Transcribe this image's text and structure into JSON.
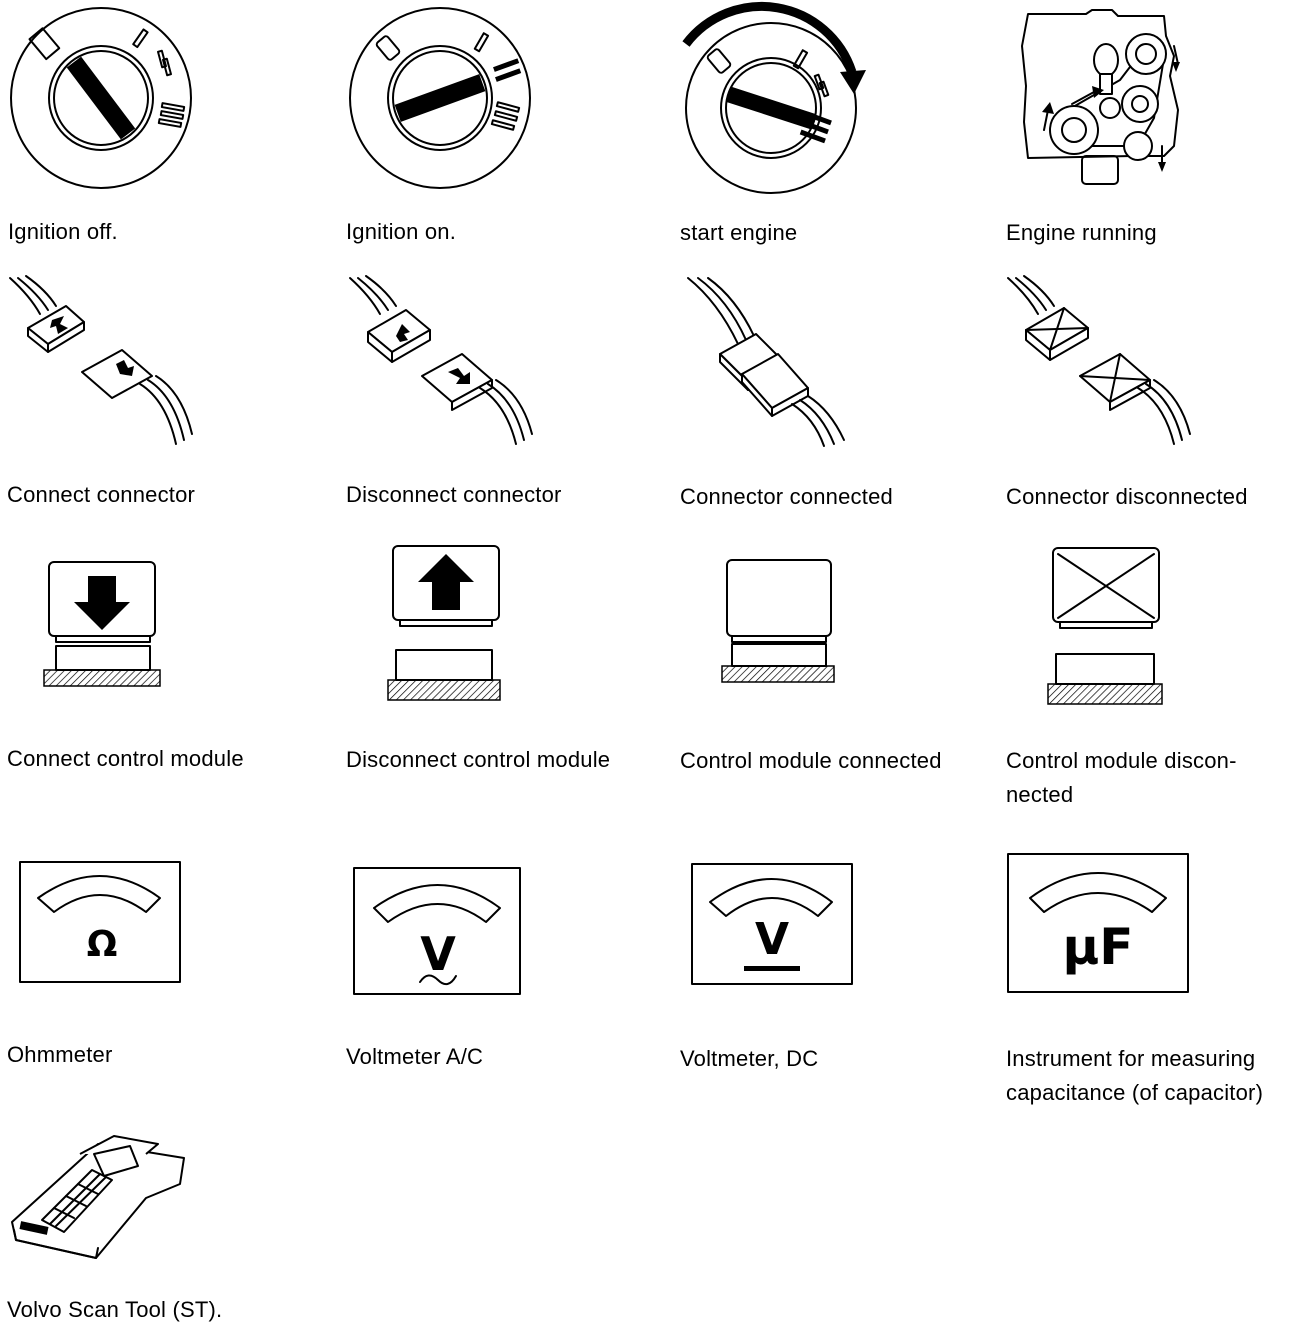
{
  "symbols": [
    {
      "id": "ignition-off",
      "label": "Ignition off."
    },
    {
      "id": "ignition-on",
      "label": "Ignition on."
    },
    {
      "id": "start-engine",
      "label": "start engine"
    },
    {
      "id": "engine-running",
      "label": "Engine running"
    },
    {
      "id": "connect-connector",
      "label": "Connect connector"
    },
    {
      "id": "disconnect-connector",
      "label": "Disconnect connector"
    },
    {
      "id": "connector-connected",
      "label": "Connector connected"
    },
    {
      "id": "connector-disconnected",
      "label": "Connector disconnected"
    },
    {
      "id": "connect-control-module",
      "label": "Connect control module"
    },
    {
      "id": "disconnect-control-module",
      "label": "Disconnect control module"
    },
    {
      "id": "control-module-connected",
      "label": "Control module connected"
    },
    {
      "id": "control-module-disconnected",
      "label": "Control module discon-",
      "label2": "nected"
    },
    {
      "id": "ohmmeter",
      "label": "Ohmmeter",
      "symbol": "Ω"
    },
    {
      "id": "voltmeter-ac",
      "label": "Voltmeter A/C",
      "symbol": "V"
    },
    {
      "id": "voltmeter-dc",
      "label": "Voltmeter, DC",
      "symbol": "V"
    },
    {
      "id": "capacitance-meter",
      "label": "Instrument for measuring",
      "label2": "capacitance (of capacitor)",
      "symbol": "μF"
    },
    {
      "id": "volvo-scan-tool",
      "label": "Volvo Scan Tool (ST)."
    }
  ]
}
